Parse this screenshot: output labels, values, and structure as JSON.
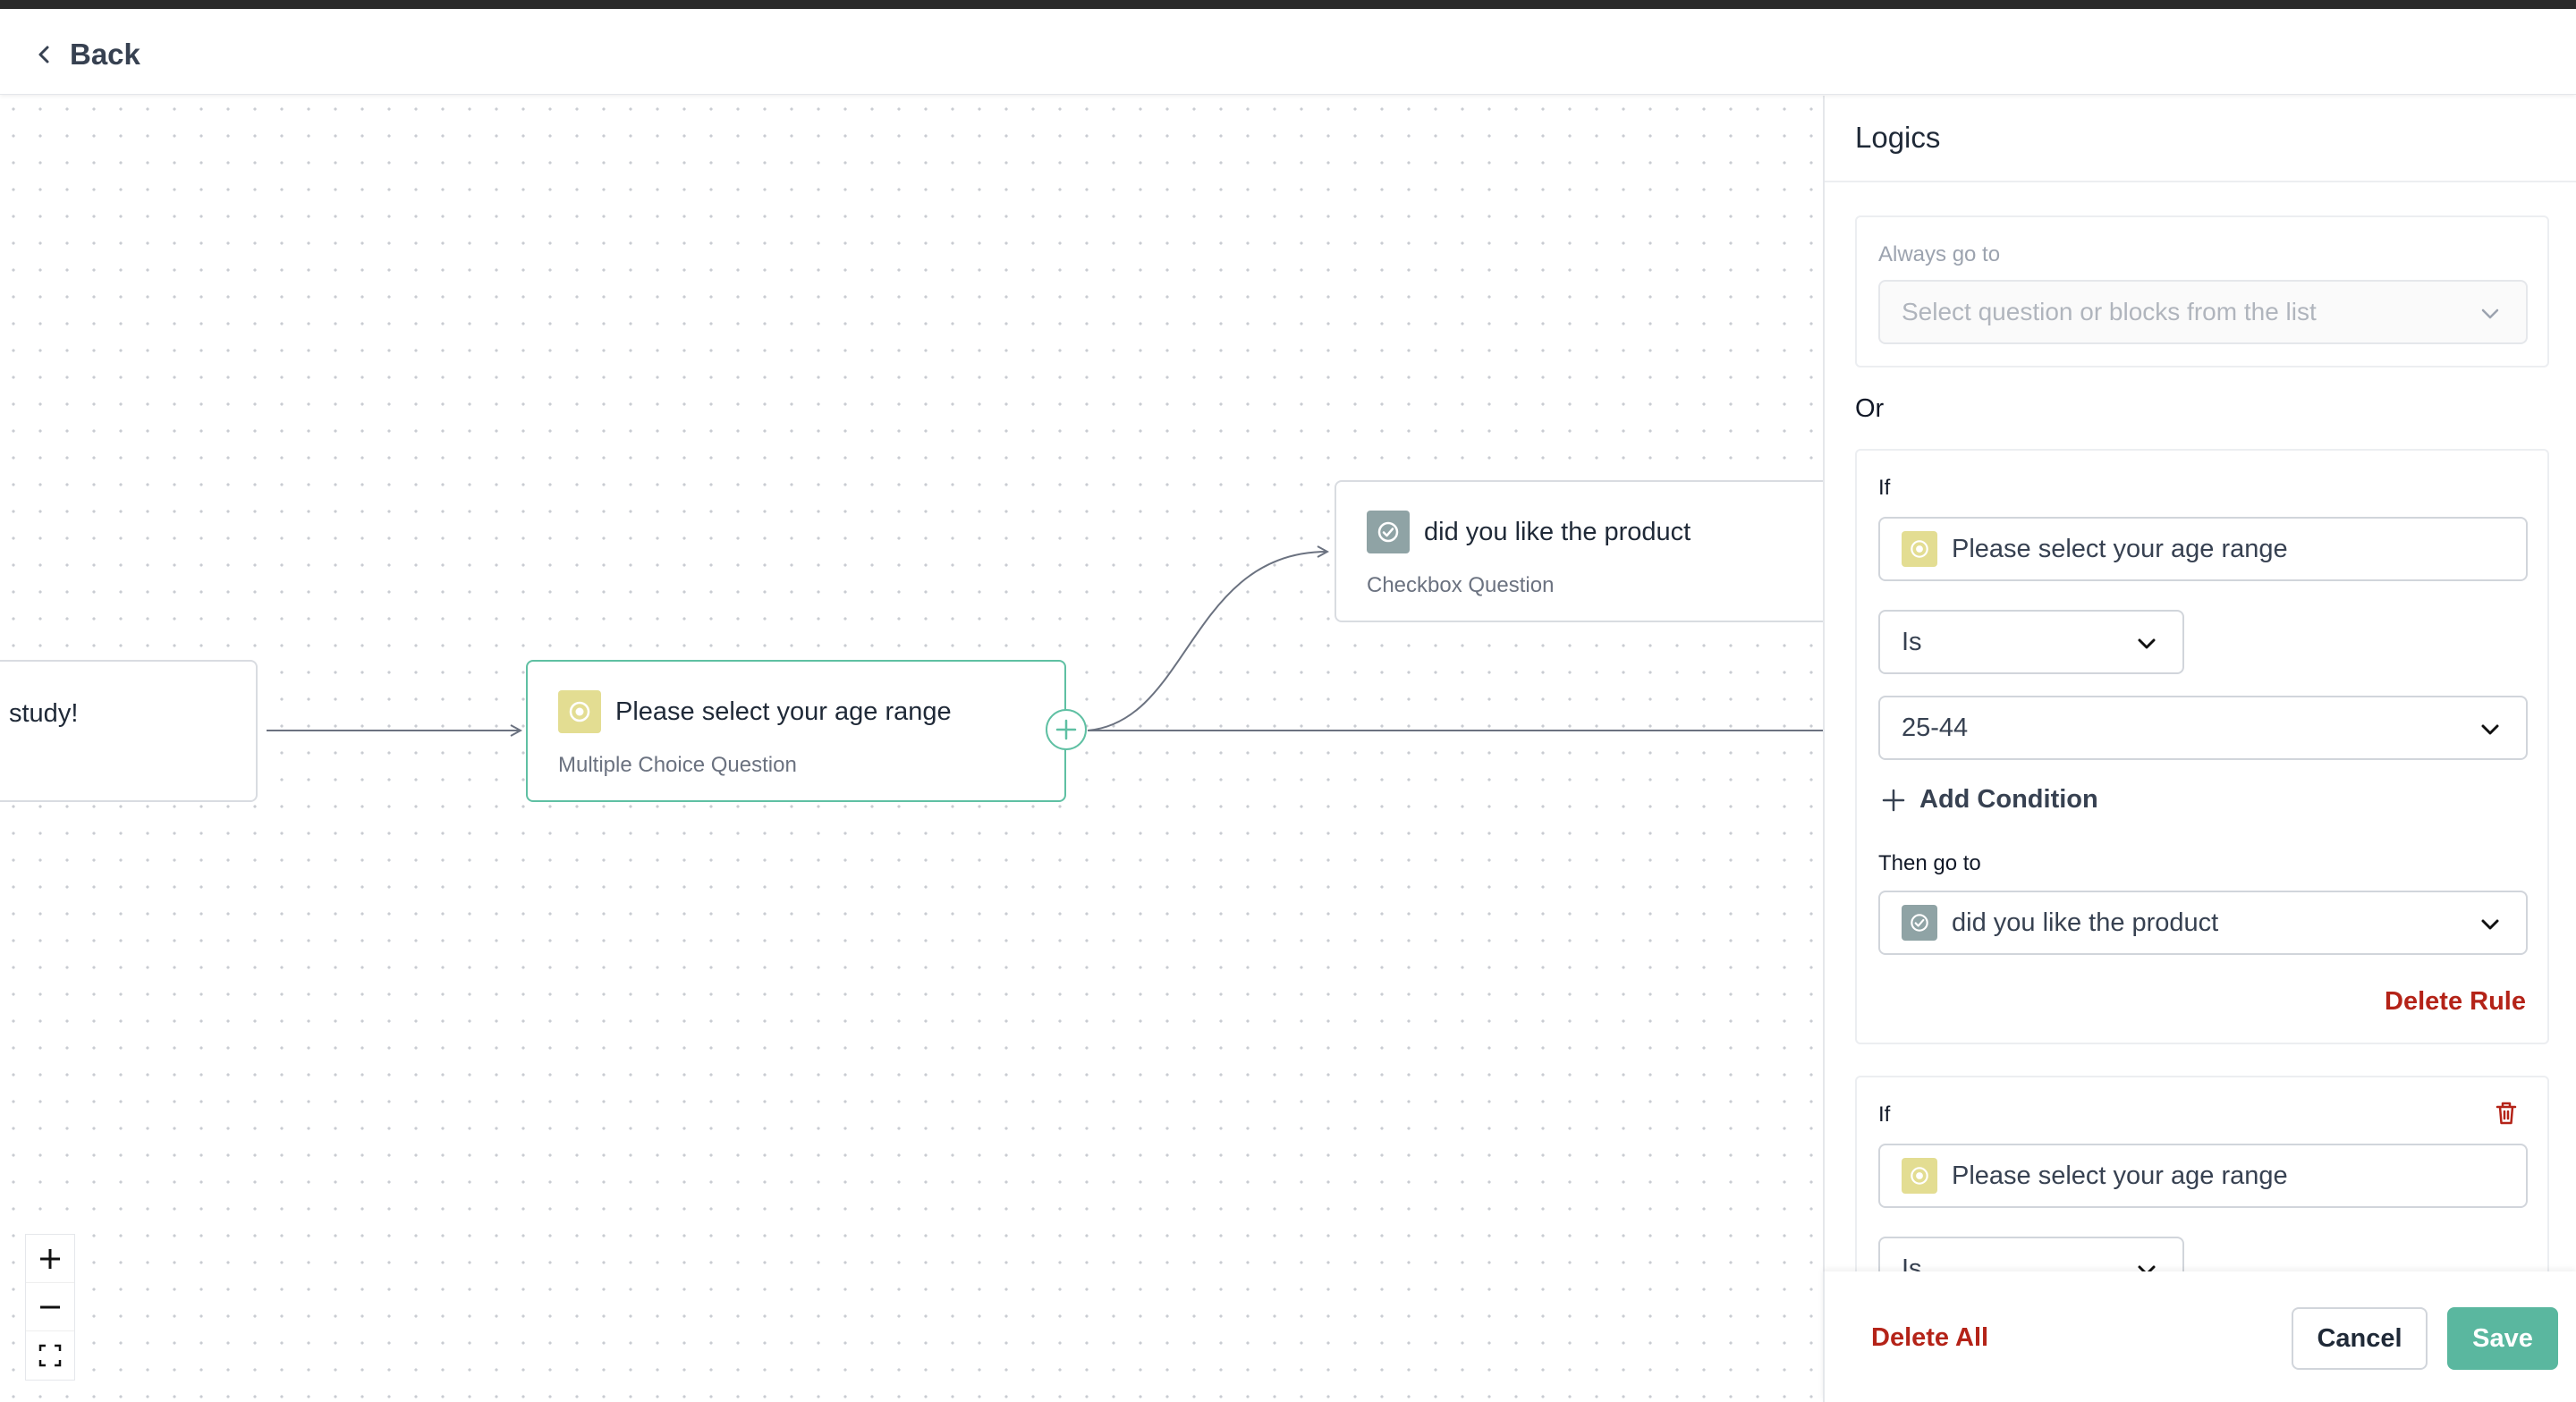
{
  "header": {
    "back_label": "Back"
  },
  "canvas": {
    "nodes": {
      "welcome": {
        "title": "study!"
      },
      "age": {
        "title": "Please select your age range",
        "subtitle": "Multiple Choice Question"
      },
      "product": {
        "title": "did you like the product",
        "subtitle": "Checkbox Question"
      }
    },
    "zoom_controls": [
      "zoom-in",
      "zoom-out",
      "fit-view"
    ]
  },
  "panel": {
    "title": "Logics",
    "always_go_to": {
      "label": "Always go to",
      "placeholder": "Select question or blocks from the list"
    },
    "or_label": "Or",
    "rules": [
      {
        "if_label": "If",
        "question": "Please select your age range",
        "operator": "Is",
        "value": "25-44",
        "add_condition_label": "Add Condition",
        "then_label": "Then go to",
        "then_target": "did you like the product",
        "delete_rule_label": "Delete Rule"
      },
      {
        "if_label": "If",
        "question": "Please select your age range",
        "operator": "Is"
      }
    ]
  },
  "footer": {
    "delete_all_label": "Delete All",
    "cancel_label": "Cancel",
    "save_label": "Save"
  },
  "colors": {
    "accent": "#5ab79f",
    "danger": "#b42318",
    "mc_icon": "#e3dd92",
    "checkbox_icon": "#8fa3a5"
  }
}
